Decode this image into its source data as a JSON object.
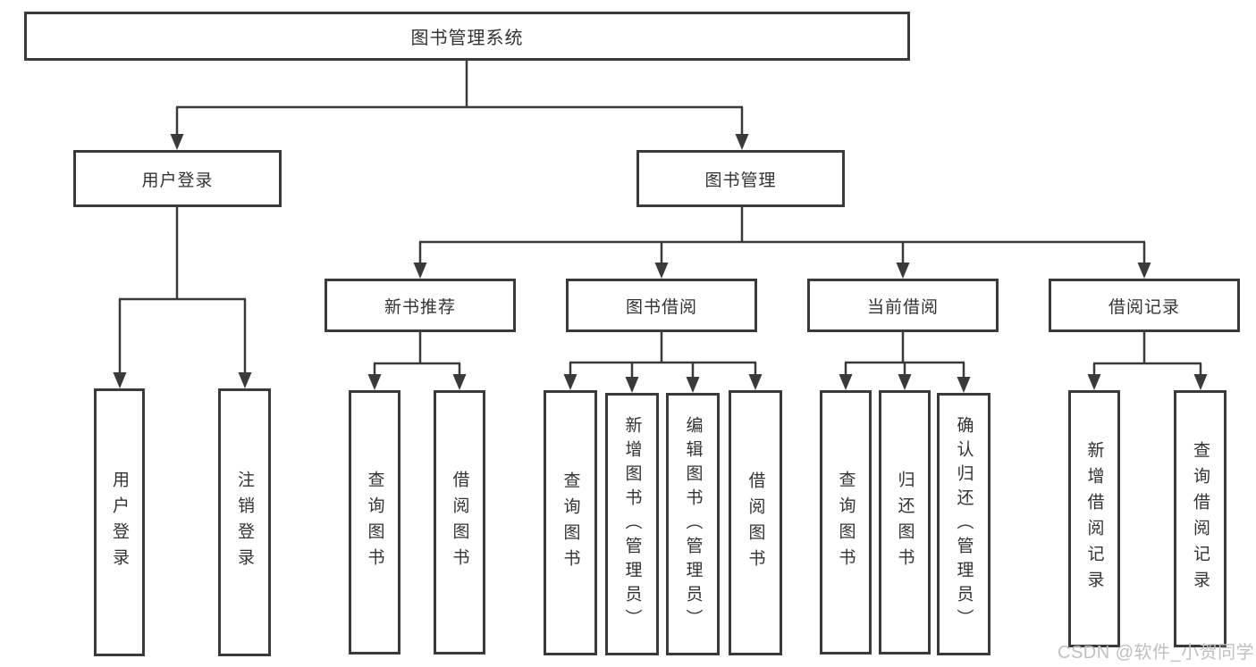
{
  "title": "图书管理系统",
  "branches": [
    {
      "label": "用户登录",
      "leaves": [
        {
          "label": "用户登录"
        },
        {
          "label": "注销登录"
        }
      ]
    },
    {
      "label": "图书管理",
      "children": [
        {
          "label": "新书推荐",
          "leaves": [
            {
              "label": "查询图书"
            },
            {
              "label": "借阅图书"
            }
          ]
        },
        {
          "label": "图书借阅",
          "leaves": [
            {
              "label": "查询图书"
            },
            {
              "label": "新增图书（管理员）"
            },
            {
              "label": "编辑图书（管理员）"
            },
            {
              "label": "借阅图书"
            }
          ]
        },
        {
          "label": "当前借阅",
          "leaves": [
            {
              "label": "查询图书"
            },
            {
              "label": "归还图书"
            },
            {
              "label": "确认归还（管理员）"
            }
          ]
        },
        {
          "label": "借阅记录",
          "leaves": [
            {
              "label": "新增借阅记录"
            },
            {
              "label": "查询借阅记录"
            }
          ]
        }
      ]
    }
  ],
  "watermark": "CSDN @软件_小贺同学",
  "colors": {
    "line": "#3a3a3a",
    "text": "#333333",
    "box_background": "#ffffff",
    "watermark": "#c0c0c0",
    "page_background": "#ffffff"
  }
}
